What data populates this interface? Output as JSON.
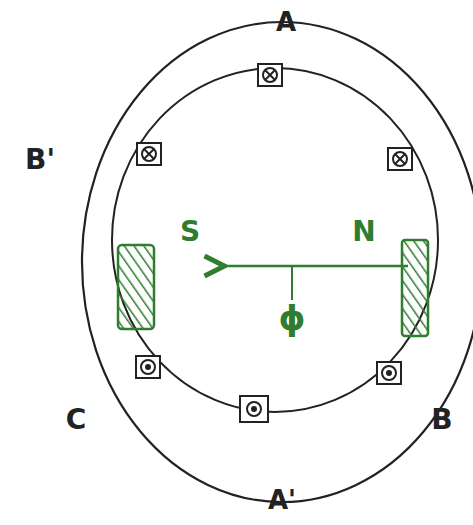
{
  "diagram": {
    "labels": [
      "A",
      "B'",
      "C",
      "B",
      "A'",
      "S",
      "N",
      "ϕ"
    ]
  }
}
